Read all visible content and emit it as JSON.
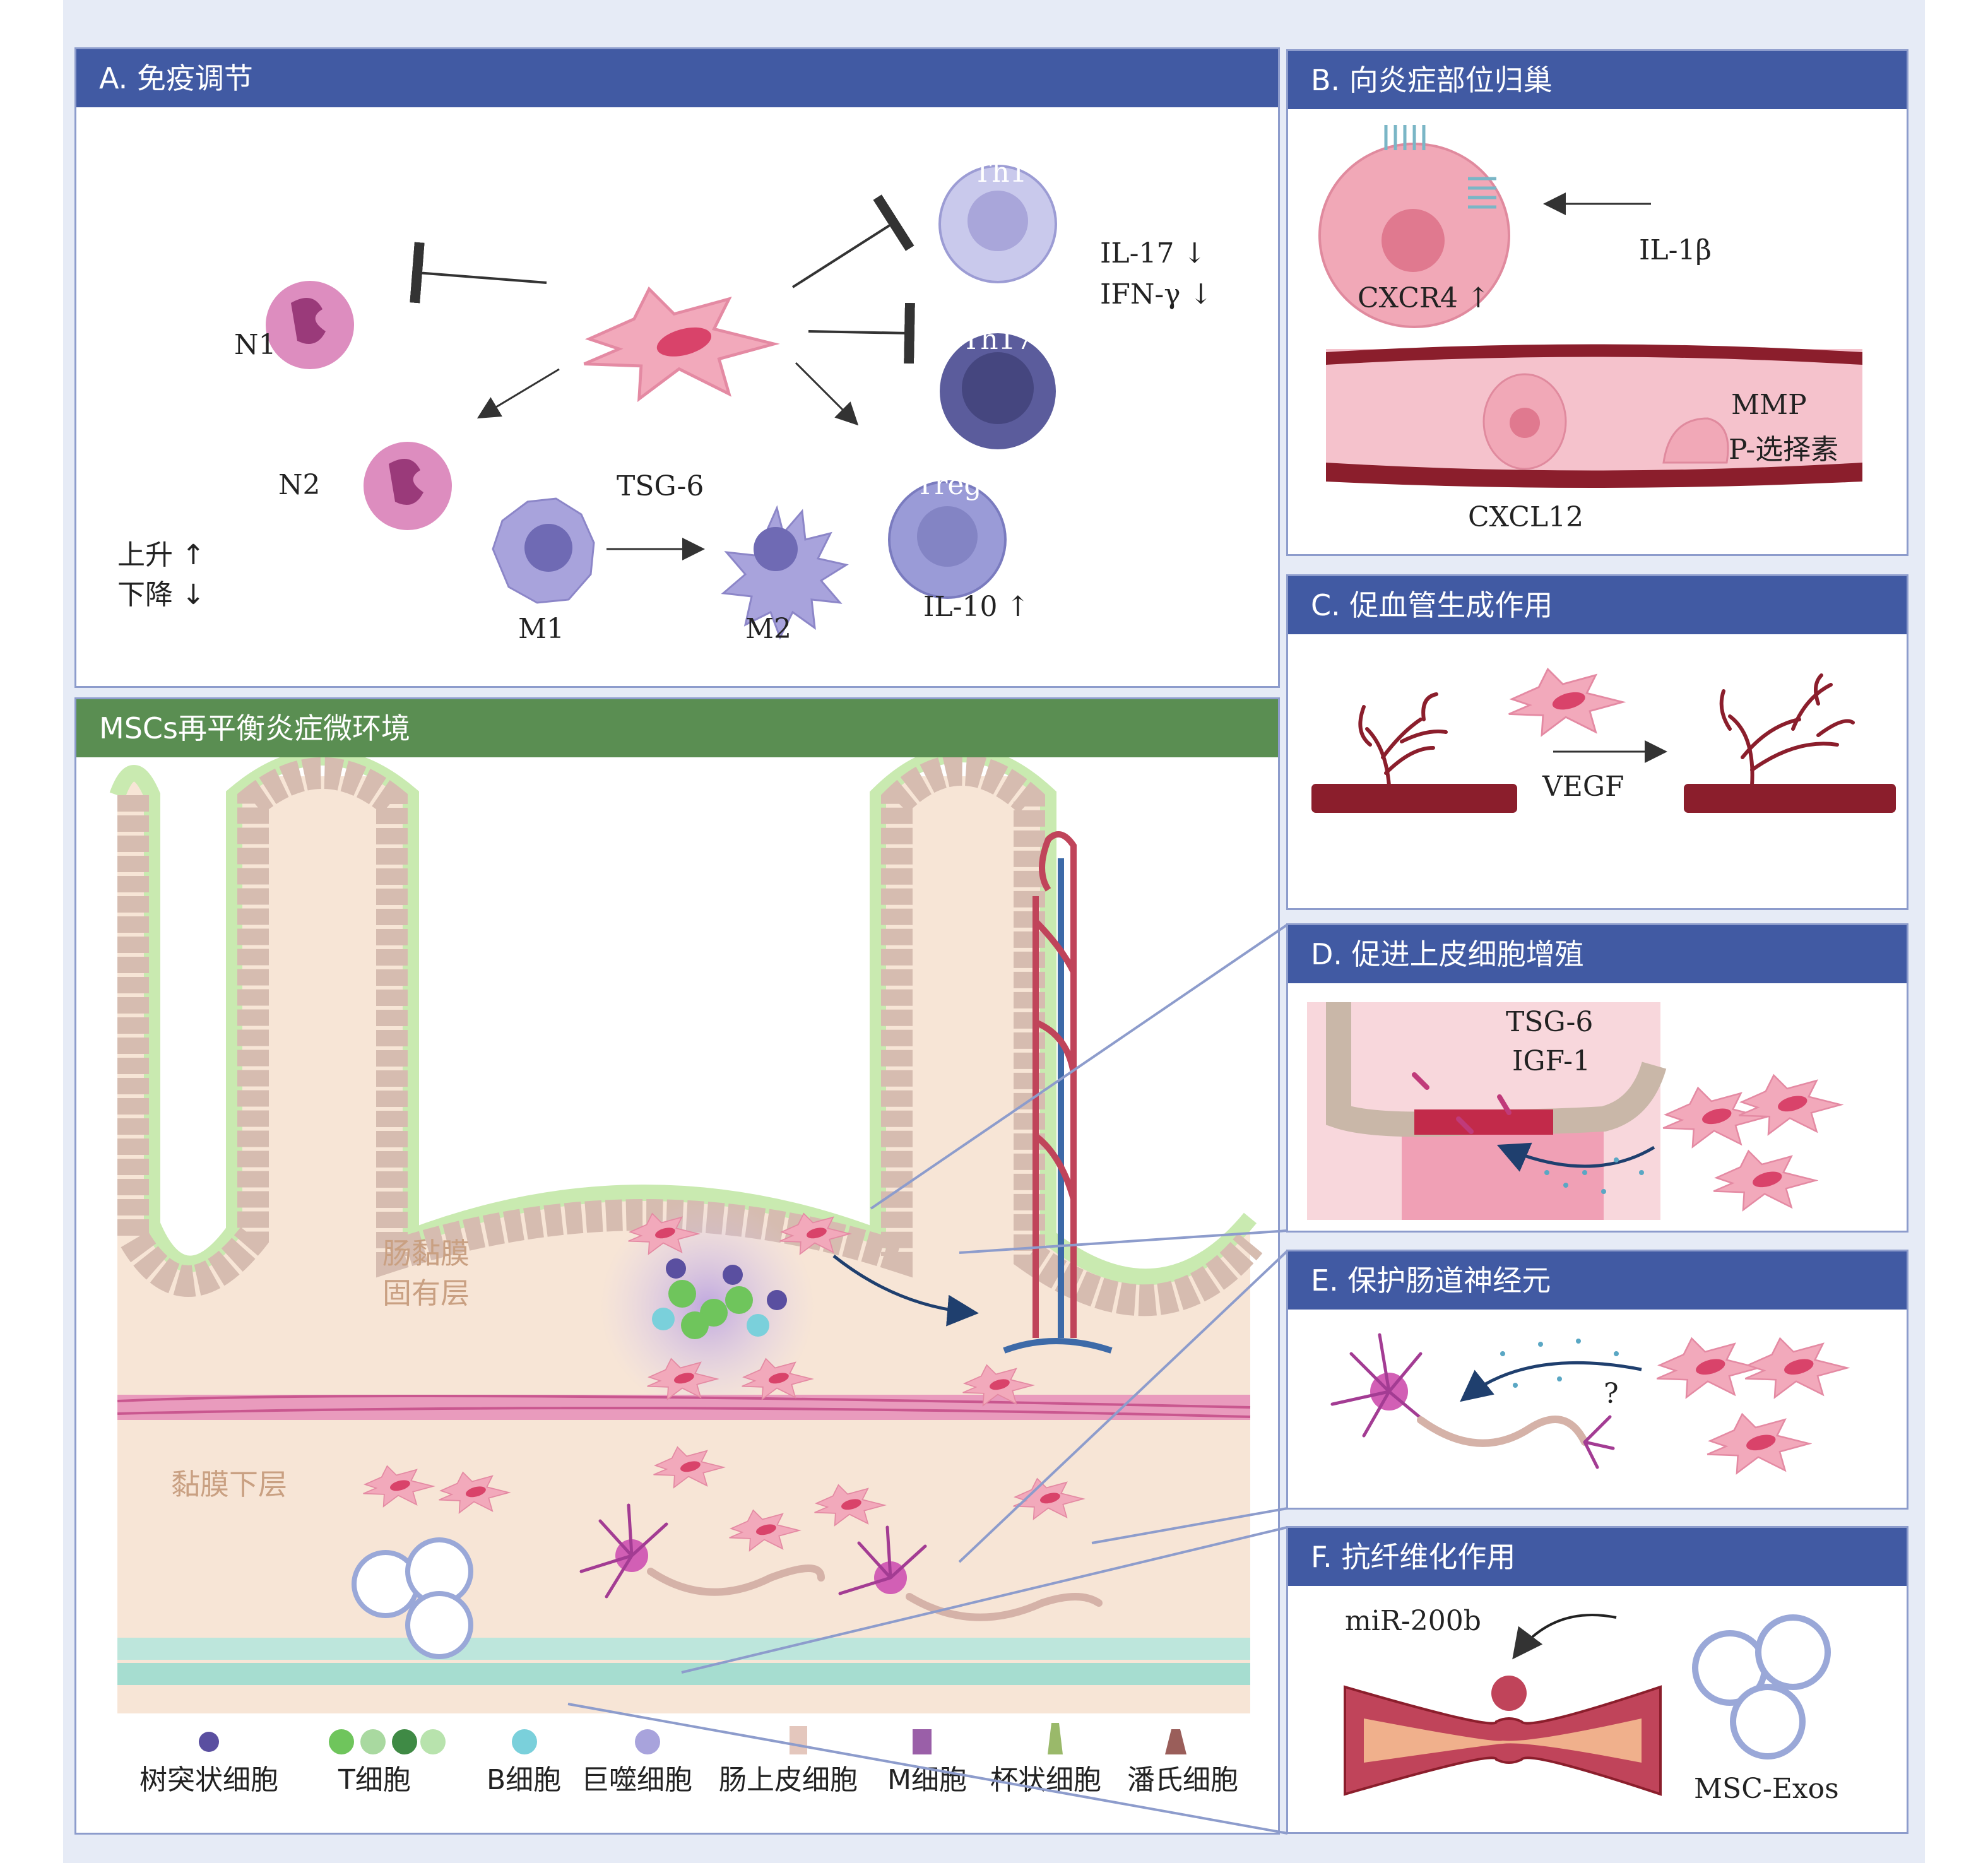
{
  "colors": {
    "panel_header_blue": "#415aa3",
    "panel_header_green": "#5a8e52",
    "background": "#e6ebf6",
    "msc_pink": "#e98ea6",
    "vessel_red": "#8b1e2c",
    "epithelium_green": "#c9eab0"
  },
  "panel_a": {
    "title": "A. 免疫调节",
    "cells": {
      "n1": "N1",
      "n2": "N2",
      "th1": "Th1",
      "th17": "Th17",
      "treg": "Treg",
      "m1": "M1",
      "m2": "M2"
    },
    "tsg6": "TSG-6",
    "il17": "IL-17 ↓",
    "ifn": "IFN-γ ↓",
    "il10": "IL-10 ↑",
    "legend_up": "上升 ↑",
    "legend_down": "下降 ↓"
  },
  "panel_b": {
    "title": "B. 向炎症部位归巢",
    "il1b": "IL-1β",
    "cxcr4": "CXCR4 ↑",
    "mmp": "MMP",
    "pselectin": "P-选择素",
    "cxcl12": "CXCL12"
  },
  "panel_c": {
    "title": "C. 促血管生成作用",
    "vegf": "VEGF"
  },
  "panel_d": {
    "title": "D. 促进上皮细胞增殖",
    "tsg6": "TSG-6",
    "igf1": "IGF-1"
  },
  "panel_e": {
    "title": "E. 保护肠道神经元",
    "question": "?"
  },
  "panel_f": {
    "title": "F. 抗纤维化作用",
    "mir": "miR-200b",
    "exos": "MSC-Exos"
  },
  "main": {
    "title": "MSCs再平衡炎症微环境",
    "lamina_line1": "肠黏膜",
    "lamina_line2": "固有层",
    "submucosa": "黏膜下层"
  },
  "legend": {
    "items": [
      "树突状细胞",
      "T细胞",
      "B细胞",
      "巨噬细胞",
      "肠上皮细胞",
      "M细胞",
      "杯状细胞",
      "潘氏细胞"
    ]
  },
  "icons": [
    "msc-cell-icon",
    "neutrophil-icon",
    "t-cell-icon",
    "macrophage-icon",
    "neuron-icon",
    "blood-vessel-icon",
    "exosome-icon",
    "receptor-icon"
  ]
}
